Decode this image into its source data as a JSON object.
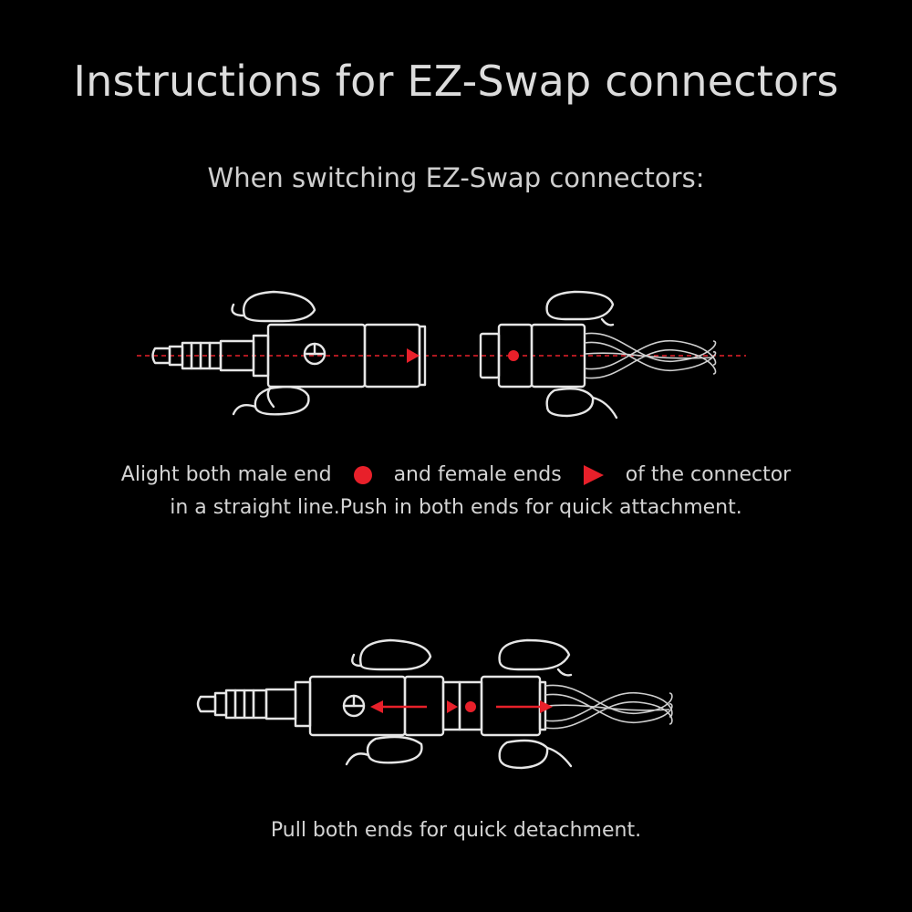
{
  "title": "Instructions for EZ-Swap connectors",
  "subtitle": "When switching EZ-Swap connectors:",
  "step1": {
    "line1_part1": "Alight both male end",
    "line1_part2": "and female ends",
    "line1_part3": "of the connector",
    "line2": "in a straight line.Push in both ends for quick attachment.",
    "male_marker_icon": "red-dot-icon",
    "female_marker_icon": "red-triangle-icon"
  },
  "step2": {
    "caption": "Pull both ends for quick detachment."
  },
  "colors": {
    "background": "#000000",
    "accent": "#e8202a",
    "line_art": "#e6e6e6"
  }
}
